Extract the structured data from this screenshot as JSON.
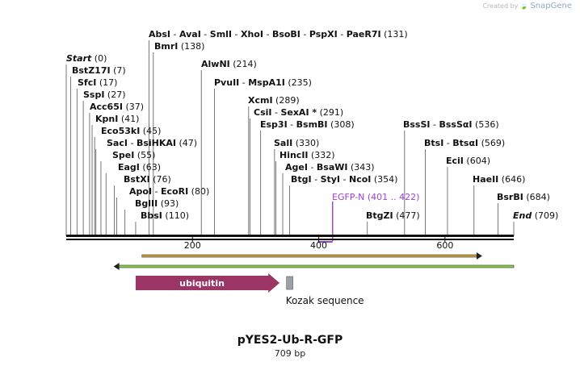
{
  "brand": {
    "created_by": "Created by",
    "name": "SnapGene"
  },
  "plasmid": {
    "name": "pYES2-Ub-R-GFP",
    "size": "709 bp"
  },
  "sites": [
    {
      "parts": [
        {
          "name": "AbsI"
        },
        {
          "name": "AvaI"
        },
        {
          "name": "SmlI"
        },
        {
          "name": "XhoI"
        },
        {
          "name": "BsoBI"
        },
        {
          "name": "PspXI"
        },
        {
          "name": "PaeR7I"
        }
      ],
      "pos": "(131)",
      "bp": 131
    },
    {
      "parts": [
        {
          "name": "BmrI"
        }
      ],
      "pos": "(138)",
      "bp": 138
    },
    {
      "parts": [
        {
          "name": "Start"
        }
      ],
      "pos": "(0)",
      "bp": 0,
      "italic": true
    },
    {
      "parts": [
        {
          "name": "BstZ17I"
        }
      ],
      "pos": "(7)",
      "bp": 7
    },
    {
      "parts": [
        {
          "name": "SfcI"
        }
      ],
      "pos": "(17)",
      "bp": 17
    },
    {
      "parts": [
        {
          "name": "SspI"
        }
      ],
      "pos": "(27)",
      "bp": 27
    },
    {
      "parts": [
        {
          "name": "Acc65I"
        }
      ],
      "pos": "(37)",
      "bp": 37
    },
    {
      "parts": [
        {
          "name": "KpnI"
        }
      ],
      "pos": "(41)",
      "bp": 41
    },
    {
      "parts": [
        {
          "name": "Eco53kI"
        }
      ],
      "pos": "(45)",
      "bp": 45
    },
    {
      "parts": [
        {
          "name": "SacI"
        },
        {
          "name": "BsiHKAI"
        }
      ],
      "pos": "(47)",
      "bp": 47
    },
    {
      "parts": [
        {
          "name": "SpeI"
        }
      ],
      "pos": "(55)",
      "bp": 55
    },
    {
      "parts": [
        {
          "name": "EagI"
        }
      ],
      "pos": "(63)",
      "bp": 63
    },
    {
      "parts": [
        {
          "name": "BstXI"
        }
      ],
      "pos": "(76)",
      "bp": 76
    },
    {
      "parts": [
        {
          "name": "ApoI"
        },
        {
          "name": "EcoRI"
        }
      ],
      "pos": "(80)",
      "bp": 80
    },
    {
      "parts": [
        {
          "name": "BglII"
        }
      ],
      "pos": "(93)",
      "bp": 93
    },
    {
      "parts": [
        {
          "name": "BbsI"
        }
      ],
      "pos": "(110)",
      "bp": 110
    },
    {
      "parts": [
        {
          "name": "AlwNI"
        }
      ],
      "pos": "(214)",
      "bp": 214
    },
    {
      "parts": [
        {
          "name": "PvuII"
        },
        {
          "name": "MspA1I"
        }
      ],
      "pos": "(235)",
      "bp": 235
    },
    {
      "parts": [
        {
          "name": "XcmI"
        }
      ],
      "pos": "(289)",
      "bp": 289
    },
    {
      "parts": [
        {
          "name": "CsiI"
        },
        {
          "name": "SexAI *"
        }
      ],
      "pos": "(291)",
      "bp": 291
    },
    {
      "parts": [
        {
          "name": "Esp3I"
        },
        {
          "name": "BsmBI"
        }
      ],
      "pos": "(308)",
      "bp": 308
    },
    {
      "parts": [
        {
          "name": "SalI"
        }
      ],
      "pos": "(330)",
      "bp": 330
    },
    {
      "parts": [
        {
          "name": "HincII"
        }
      ],
      "pos": "(332)",
      "bp": 332
    },
    {
      "parts": [
        {
          "name": "AgeI"
        },
        {
          "name": "BsaWI"
        }
      ],
      "pos": "(343)",
      "bp": 343
    },
    {
      "parts": [
        {
          "name": "BtgI"
        },
        {
          "name": "StyI"
        },
        {
          "name": "NcoI"
        }
      ],
      "pos": "(354)",
      "bp": 354
    },
    {
      "parts": [
        {
          "name": "BtgZI"
        }
      ],
      "pos": "(477)",
      "bp": 477
    },
    {
      "parts": [
        {
          "name": "BssSI"
        },
        {
          "name": "BssSαI"
        }
      ],
      "pos": "(536)",
      "bp": 536
    },
    {
      "parts": [
        {
          "name": "BtsI"
        },
        {
          "name": "BtsαI"
        }
      ],
      "pos": "(569)",
      "bp": 569
    },
    {
      "parts": [
        {
          "name": "EciI"
        }
      ],
      "pos": "(604)",
      "bp": 604
    },
    {
      "parts": [
        {
          "name": "HaeII"
        }
      ],
      "pos": "(646)",
      "bp": 646
    },
    {
      "parts": [
        {
          "name": "BsrBI"
        }
      ],
      "pos": "(684)",
      "bp": 684
    },
    {
      "parts": [
        {
          "name": "End"
        }
      ],
      "pos": "(709)",
      "bp": 709,
      "italic": true
    }
  ],
  "primer": {
    "name": "EGFP-N",
    "pos": "(401 .. 422)",
    "start": 401,
    "end": 422,
    "color": "#a040d0"
  },
  "ticks": [
    {
      "label": "200",
      "bp": 200
    },
    {
      "label": "400",
      "bp": 400
    },
    {
      "label": "600",
      "bp": 600
    }
  ],
  "features": [
    {
      "name": "ubiquitin",
      "start": 110,
      "end": 338,
      "color": "#9b3565",
      "kind": "arrow"
    },
    {
      "name": "Kozak sequence",
      "start": 349,
      "end": 359,
      "color": "#9aa1a8",
      "kind": "box"
    }
  ],
  "strands": {
    "forward": {
      "start": 120,
      "end": 659,
      "color": "#c9a23a"
    },
    "reverse": {
      "start": 75,
      "end": 709,
      "color": "#8ad04a"
    }
  }
}
